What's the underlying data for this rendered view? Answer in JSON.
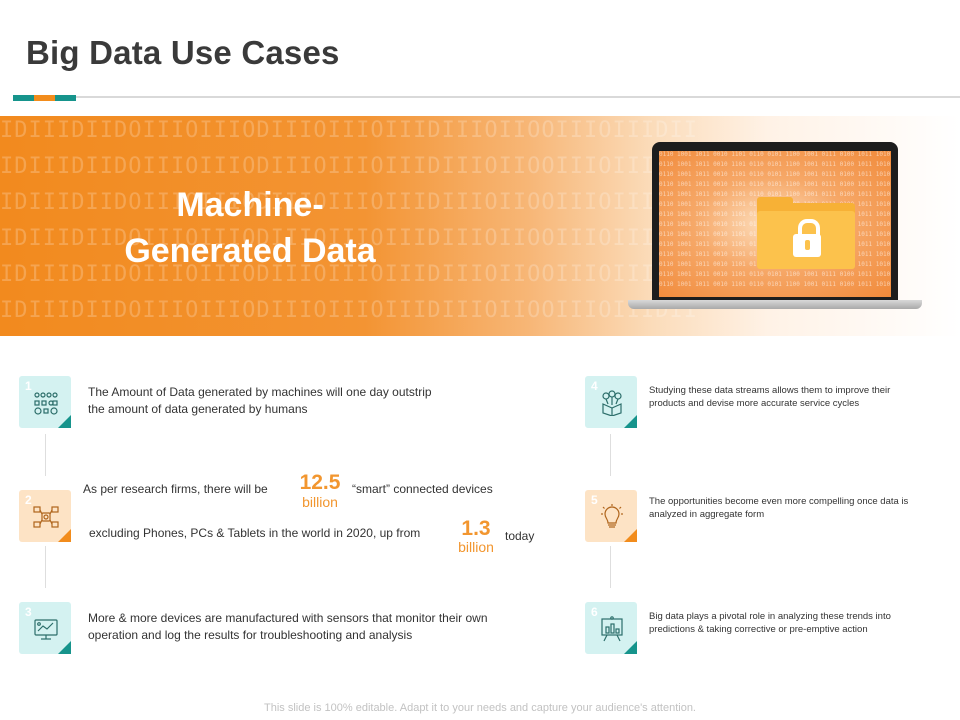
{
  "title": "Big Data Use Cases",
  "accent_colors": {
    "teal": "#16948c",
    "orange": "#f28c1c"
  },
  "banner": {
    "heading_line1": "Machine-",
    "heading_line2": "Generated Data",
    "binary_text": "IDIIIDIIDOIIIOIIIODIIIOIIIOIIIDIIIOIIOOIIIOIIIDIIIOIIIIDI",
    "screen_binary": "0110 1001 1011 0010 1101 0110 0101 1100 1001 0111 0100 1011 1010 0110",
    "folder_icon": "lock-folder-icon"
  },
  "cases": [
    {
      "num": "1",
      "icon": "data-flow-icon",
      "text": "The Amount of Data generated by machines will one day outstrip the amount of data generated by humans"
    },
    {
      "num": "2",
      "icon": "network-devices-icon"
    },
    {
      "num": "3",
      "icon": "monitor-chart-icon",
      "text": "More & more devices are manufactured with sensors that monitor their own operation and log the results for troubleshooting and analysis"
    },
    {
      "num": "4",
      "icon": "box-dollar-icon",
      "text": "Studying these data streams allows them to improve their products and devise more accurate service cycles"
    },
    {
      "num": "5",
      "icon": "lightbulb-icon",
      "text": "The opportunities become even more compelling once data is analyzed in aggregate form"
    },
    {
      "num": "6",
      "icon": "analytics-board-icon",
      "text": "Big data plays a pivotal role in analyzing these trends into predictions & taking corrective or pre-emptive action"
    }
  ],
  "case2": {
    "line1_pre": "As per research firms, there will be",
    "stat1_value": "12.5",
    "stat1_unit": "billion",
    "line1_post": "“smart” connected devices",
    "line2_pre": "excluding Phones, PCs & Tablets in the world in 2020, up from",
    "stat2_value": "1.3",
    "stat2_unit": "billion",
    "line2_post": "today"
  },
  "footer": "This slide is 100% editable. Adapt it to your needs and capture your audience's attention."
}
